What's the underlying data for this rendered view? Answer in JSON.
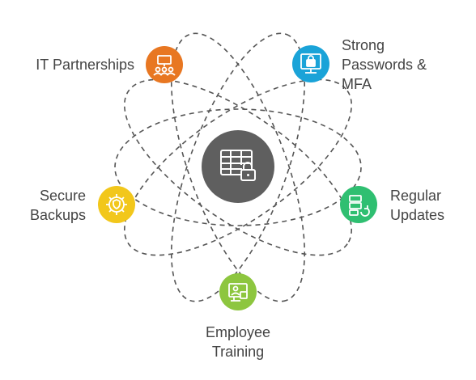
{
  "diagram": {
    "center": {
      "icon": "table-lock-icon",
      "color": "#5f5f5f"
    },
    "nodes": [
      {
        "id": "it-partnerships",
        "label_lines": [
          "IT Partnerships"
        ],
        "icon": "people-group-icon",
        "color": "#e87722"
      },
      {
        "id": "strong-passwords",
        "label_lines": [
          "Strong",
          "Passwords &",
          "MFA"
        ],
        "icon": "monitor-lock-icon",
        "color": "#1aa3d8"
      },
      {
        "id": "regular-updates",
        "label_lines": [
          "Regular",
          "Updates"
        ],
        "icon": "server-refresh-icon",
        "color": "#2fbf71"
      },
      {
        "id": "employee-training",
        "label_lines": [
          "Employee",
          "Training"
        ],
        "icon": "monitor-user-icon",
        "color": "#8dc63f"
      },
      {
        "id": "secure-backups",
        "label_lines": [
          "Secure",
          "Backups"
        ],
        "icon": "gear-shield-icon",
        "color": "#f2c71b"
      }
    ]
  }
}
